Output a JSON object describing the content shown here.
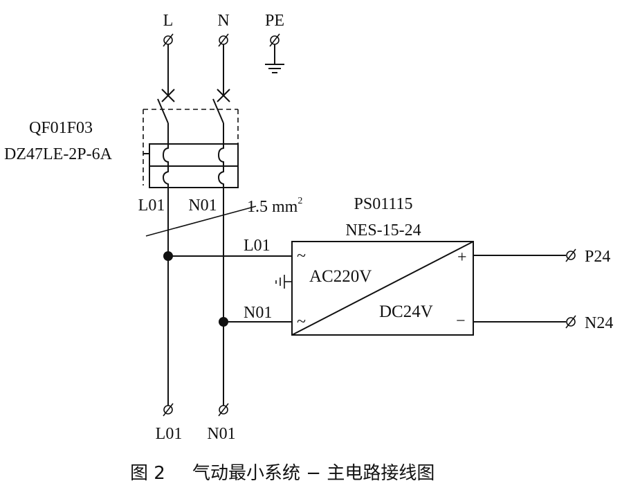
{
  "terminals_top": {
    "l": "L",
    "n": "N",
    "pe": "PE"
  },
  "breaker": {
    "tag": "QF01F03",
    "model": "DZ47LE-2P-6A",
    "out_l": "L01",
    "out_n": "N01"
  },
  "wire_size": {
    "base": "1.5 mm",
    "sup": "2"
  },
  "psu": {
    "tag": "PS01115",
    "model": "NES-15-24",
    "input": "AC220V",
    "output": "DC24V",
    "in_l": "L01",
    "in_n": "N01",
    "plus": "+",
    "minus": "−",
    "ac_mark_1": "~",
    "ac_mark_2": "~"
  },
  "outputs": {
    "p24": "P24",
    "n24": "N24"
  },
  "terminals_bottom": {
    "l01": "L01",
    "n01": "N01"
  },
  "caption": {
    "number": "图 2",
    "text": "气动最小系统 − 主电路接线图"
  }
}
